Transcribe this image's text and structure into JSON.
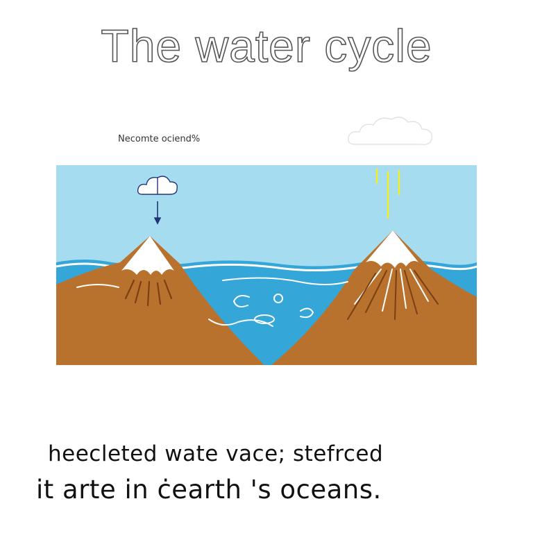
{
  "diagram": {
    "title": "The water cycle",
    "label": "Necomte ociend%",
    "caption_line_1": "heecleted wate  vace; stefrced",
    "caption_line_2": "it arte in ċearth 's oceans.",
    "colors": {
      "sky": "#a6dcf0",
      "ocean": "#35a6d8",
      "land": "#b8722e",
      "snow": "#ffffff",
      "rain": "#f2ee22",
      "arrow": "#22337a"
    },
    "icons": [
      "cloud-icon",
      "down-arrow-icon",
      "rain-streak-icon",
      "cloud-decoration-icon"
    ]
  }
}
